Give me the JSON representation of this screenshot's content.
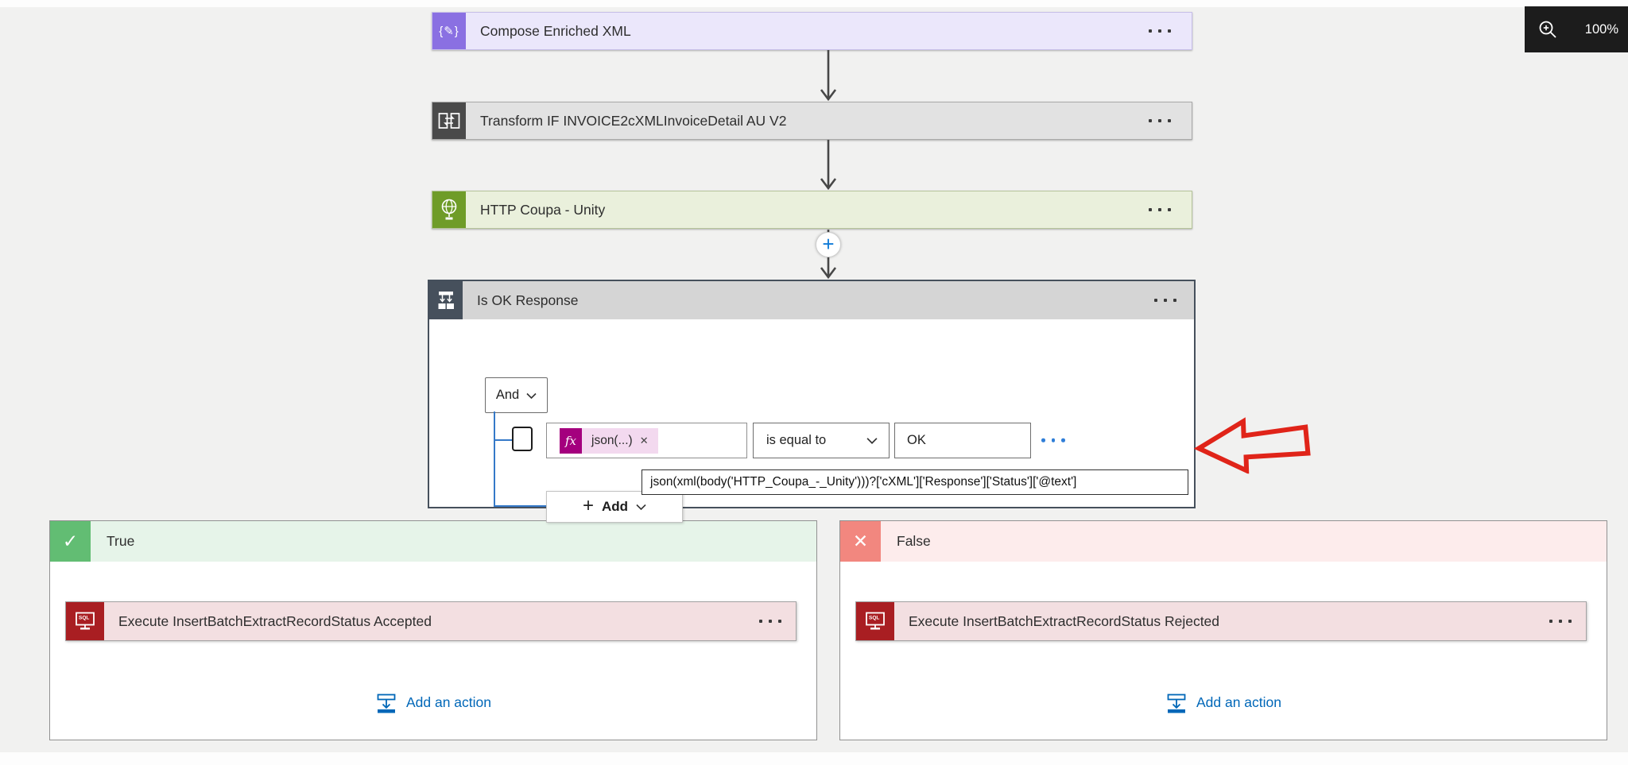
{
  "canvas": {
    "zoom_level": "100%"
  },
  "actions": {
    "compose": {
      "title": "Compose Enriched XML"
    },
    "transform": {
      "title": "Transform IF INVOICE2cXMLInvoiceDetail AU V2"
    },
    "http": {
      "title": "HTTP Coupa - Unity"
    }
  },
  "condition": {
    "title": "Is OK Response",
    "operator_label": "And",
    "row": {
      "expression_label": "json(...)",
      "remove_glyph": "✕",
      "relation_value": "is equal to",
      "value": "OK"
    },
    "expression_tooltip": "json(xml(body('HTTP_Coupa_-_Unity')))?['cXML']['Response']['Status']['@text']",
    "add_button_label": "Add",
    "add_button_plus": "+"
  },
  "branches": {
    "true_branch": {
      "label": "True",
      "action_title": "Execute InsertBatchExtractRecordStatus Accepted",
      "add_action_label": "Add an action"
    },
    "false_branch": {
      "label": "False",
      "action_title": "Execute InsertBatchExtractRecordStatus Rejected",
      "add_action_label": "Add an action"
    }
  },
  "icons": {
    "compose_glyph": "{✎}",
    "fx_label": "fx",
    "sql_label": "SQL",
    "check_glyph": "✓",
    "cross_glyph": "✕",
    "insert_plus_glyph": "+"
  },
  "colors": {
    "compose_tile": "#8a70e2",
    "compose_bg": "#ebe7fb",
    "transform_tile": "#4a4a4a",
    "transform_bg": "#e2e2e2",
    "http_tile": "#6f9c28",
    "http_bg": "#eaf0dc",
    "condition_frame": "#46505c",
    "condition_header": "#d5d5d5",
    "fx_tile": "#a4007e",
    "fx_pill_bg": "#f3d9ef",
    "true_tile": "#62bd73",
    "true_header": "#e6f4e9",
    "false_tile": "#f2877f",
    "false_header": "#fdecec",
    "sql_tile": "#a91e22",
    "sql_bg": "#f3dfe1",
    "link_blue": "#0067b8",
    "connector_blue": "#3579c8",
    "annotation_red": "#e02419",
    "zoom_bg": "#1c1c1c"
  }
}
